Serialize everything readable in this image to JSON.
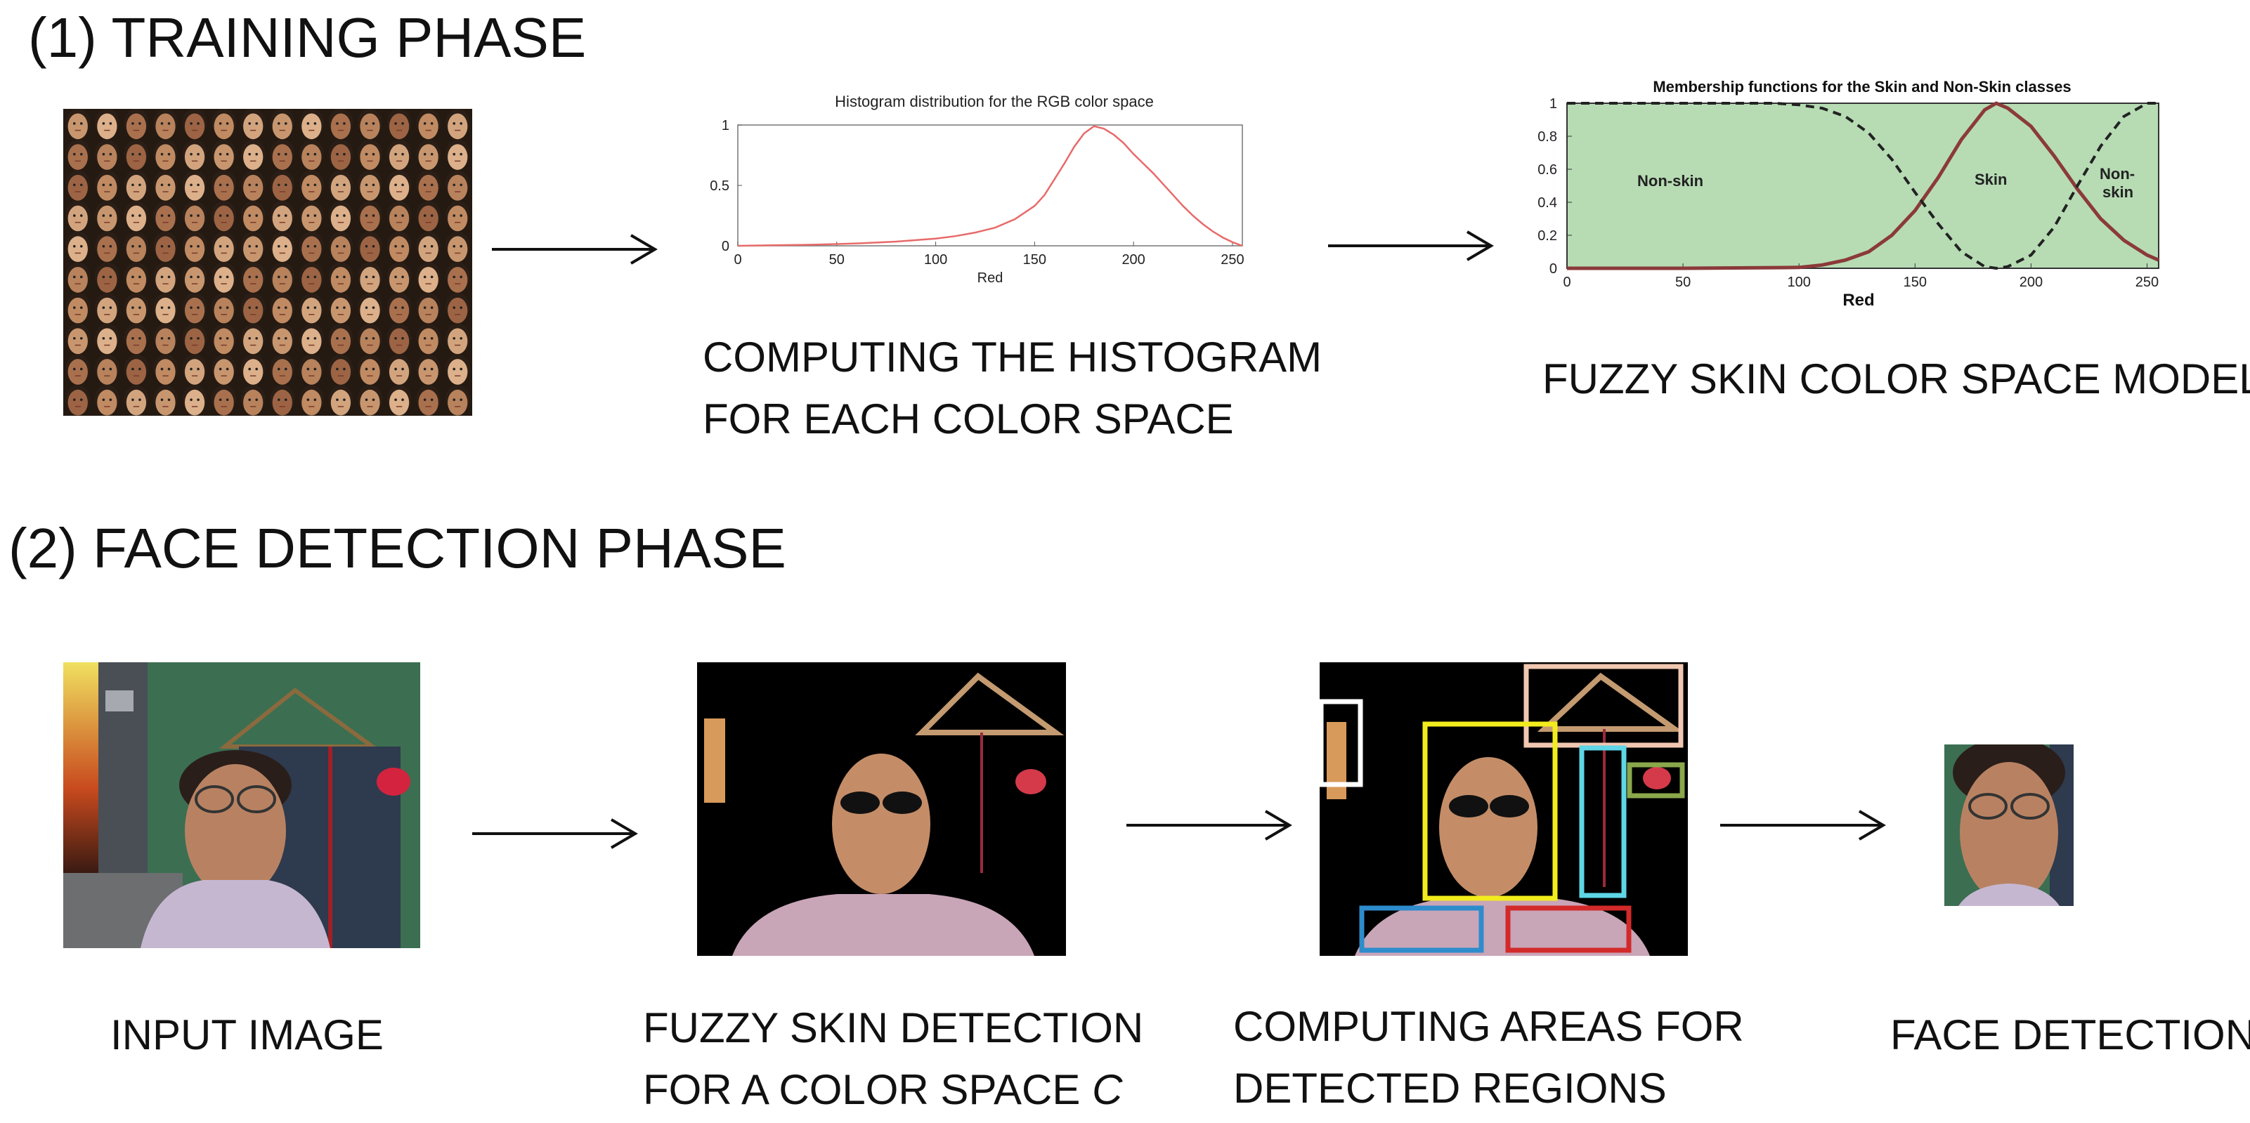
{
  "training": {
    "title": "(1) TRAINING PHASE",
    "histogram_caption_1": "COMPUTING THE HISTOGRAM",
    "histogram_caption_2": "FOR EACH COLOR  SPACE",
    "fuzzy_caption": "FUZZY SKIN COLOR SPACE MODEL"
  },
  "detection": {
    "title": "(2) FACE DETECTION PHASE",
    "input_caption": "INPUT IMAGE",
    "fuzzy_caption_1": "FUZZY SKIN DETECTION",
    "fuzzy_caption_2": "FOR A COLOR SPACE ",
    "fuzzy_caption_var": "C",
    "areas_caption_1": "COMPUTING AREAS FOR",
    "areas_caption_2": "DETECTED REGIONS",
    "face_caption": "FACE DETECTION"
  },
  "chart_data": [
    {
      "type": "line",
      "title": "Histogram distribution for the RGB color space",
      "xlabel": "Red",
      "ylabel": "",
      "xlim": [
        0,
        255
      ],
      "ylim": [
        0,
        1
      ],
      "xticks": [
        "0",
        "50",
        "100",
        "150",
        "200",
        "250"
      ],
      "yticks": [
        "0",
        "0.5",
        "1"
      ],
      "grid": false,
      "series": [
        {
          "color": "#e86a6a",
          "x": [
            0,
            20,
            40,
            60,
            80,
            100,
            110,
            120,
            130,
            140,
            150,
            155,
            160,
            165,
            170,
            175,
            180,
            185,
            190,
            195,
            200,
            205,
            210,
            215,
            220,
            225,
            230,
            235,
            240,
            245,
            250,
            255
          ],
          "y": [
            0.0,
            0.005,
            0.01,
            0.02,
            0.035,
            0.06,
            0.08,
            0.11,
            0.15,
            0.22,
            0.33,
            0.42,
            0.55,
            0.68,
            0.82,
            0.93,
            0.99,
            0.97,
            0.92,
            0.85,
            0.76,
            0.68,
            0.6,
            0.51,
            0.42,
            0.33,
            0.25,
            0.18,
            0.12,
            0.07,
            0.03,
            0.0
          ]
        }
      ]
    },
    {
      "type": "line",
      "title": "Membership functions for the Skin and Non-Skin classes",
      "xlabel": "Red",
      "ylabel": "",
      "xlim": [
        0,
        255
      ],
      "ylim": [
        0,
        1
      ],
      "xticks": [
        "0",
        "50",
        "100",
        "150",
        "200",
        "250"
      ],
      "yticks": [
        "0",
        "0.2",
        "0.4",
        "0.6",
        "0.8",
        "1"
      ],
      "grid": false,
      "background": "#b7dcb4",
      "annotations": [
        "Non-skin",
        "Skin",
        "Non-",
        "skin"
      ],
      "series": [
        {
          "color": "#8b3a3a",
          "x": [
            0,
            50,
            100,
            110,
            120,
            130,
            140,
            150,
            160,
            170,
            180,
            185,
            190,
            200,
            210,
            220,
            230,
            240,
            250,
            255
          ],
          "y": [
            0,
            0,
            0.005,
            0.02,
            0.05,
            0.1,
            0.2,
            0.35,
            0.55,
            0.78,
            0.96,
            1.0,
            0.97,
            0.86,
            0.68,
            0.48,
            0.3,
            0.17,
            0.08,
            0.05
          ]
        },
        {
          "color": "#222222",
          "dashed": true,
          "x": [
            0,
            50,
            90,
            100,
            110,
            120,
            130,
            140,
            150,
            160,
            170,
            180,
            185,
            190,
            200,
            210,
            220,
            230,
            240,
            250,
            255
          ],
          "y": [
            1,
            1,
            1,
            0.99,
            0.97,
            0.92,
            0.82,
            0.66,
            0.46,
            0.27,
            0.1,
            0.01,
            0,
            0.01,
            0.08,
            0.25,
            0.5,
            0.74,
            0.92,
            1,
            1
          ]
        }
      ]
    }
  ]
}
